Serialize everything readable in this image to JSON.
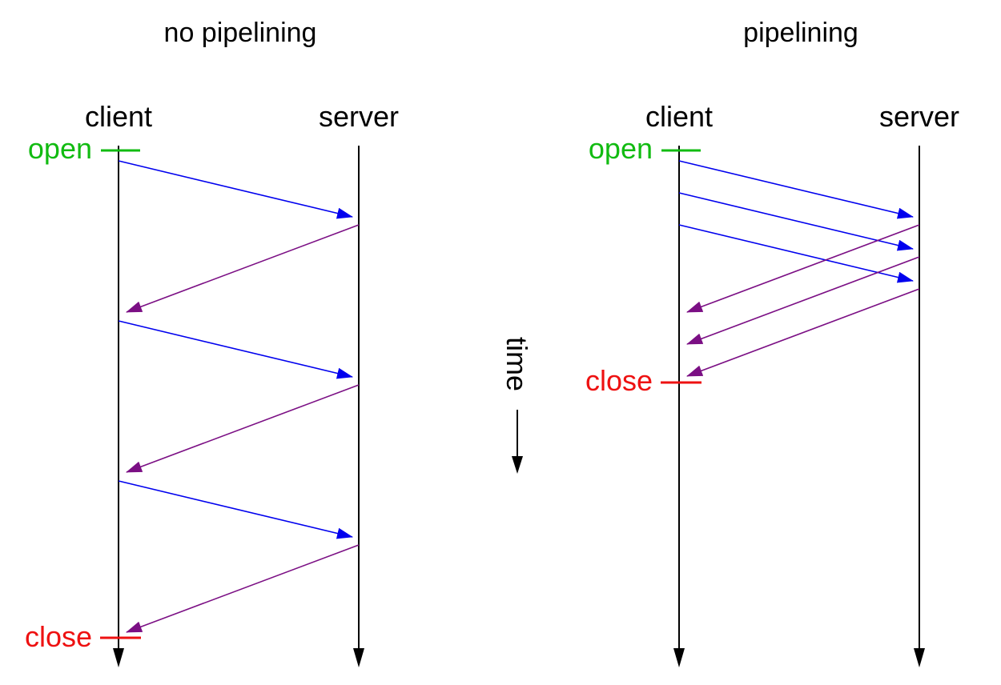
{
  "colors": {
    "lifeline": "#000000",
    "request": "#0000ee",
    "response": "#7b0f84",
    "open": "#11bb11",
    "close": "#ee1111"
  },
  "time_label": "time",
  "panels": [
    {
      "id": "no-pipelining",
      "title": "no pipelining",
      "client_label": "client",
      "server_label": "server",
      "open_label": "open",
      "close_label": "close",
      "messages": [
        {
          "kind": "request",
          "index": 1
        },
        {
          "kind": "response",
          "index": 1
        },
        {
          "kind": "request",
          "index": 2
        },
        {
          "kind": "response",
          "index": 2
        },
        {
          "kind": "request",
          "index": 3
        },
        {
          "kind": "response",
          "index": 3
        }
      ]
    },
    {
      "id": "pipelining",
      "title": "pipelining",
      "client_label": "client",
      "server_label": "server",
      "open_label": "open",
      "close_label": "close",
      "messages": [
        {
          "kind": "request",
          "index": 1
        },
        {
          "kind": "request",
          "index": 2
        },
        {
          "kind": "request",
          "index": 3
        },
        {
          "kind": "response",
          "index": 1
        },
        {
          "kind": "response",
          "index": 2
        },
        {
          "kind": "response",
          "index": 3
        }
      ]
    }
  ]
}
